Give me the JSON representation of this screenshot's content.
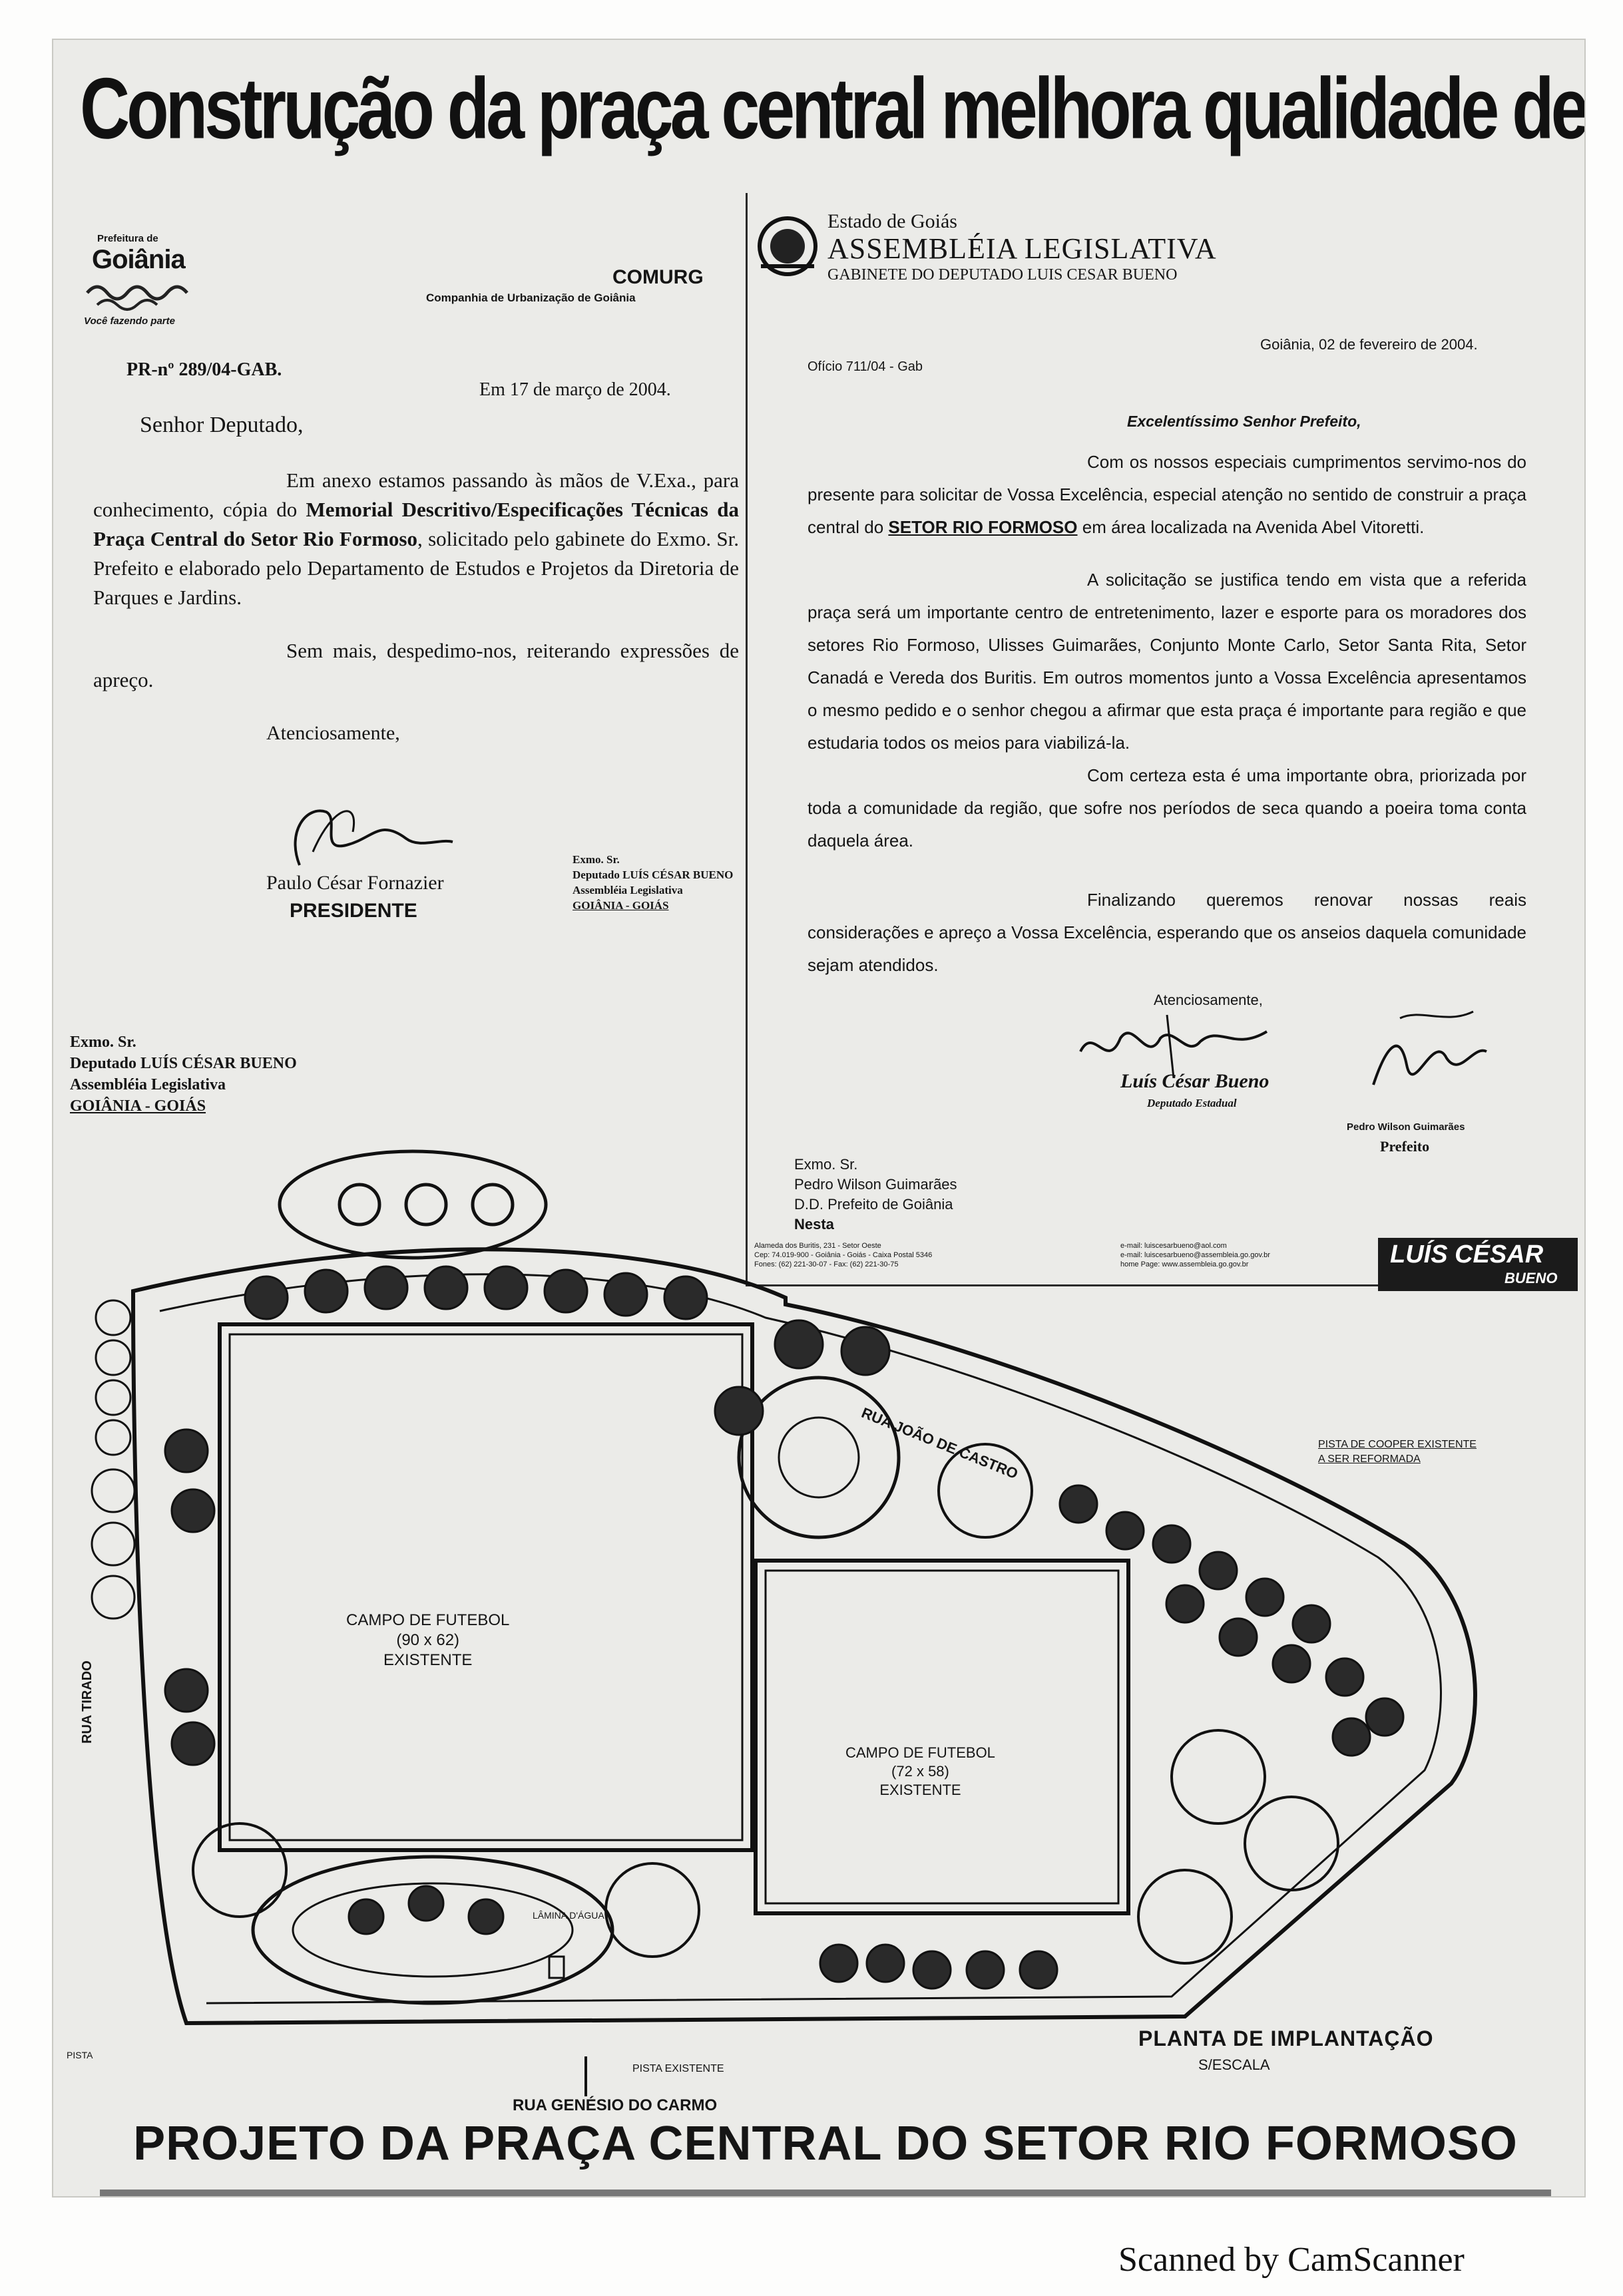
{
  "headline": "Construção da praça central melhora qualidade de vida de toda a região",
  "left_letter": {
    "logo_top": "Prefeitura de",
    "logo_city": "Goiânia",
    "logo_slogan": "Você fazendo parte",
    "org_name": "COMURG",
    "org_full": "Companhia de Urbanização de Goiânia",
    "ref": "PR-nº 289/04-GAB.",
    "date": "Em 17 de março de 2004.",
    "salutation": "Senhor Deputado,",
    "p1_start": "Em anexo estamos passando às mãos de V.Exa., para conhecimento, cópia do ",
    "p1_bold": "Memorial Descritivo/Especificações Técnicas da Praça Central do Setor Rio Formoso",
    "p1_end": ", solicitado pelo gabinete do Exmo. Sr. Prefeito e elaborado pelo Departamento de Estudos e Projetos da Diretoria de Parques e Jardins.",
    "p2": "Sem mais, despedimo-nos, reiterando expressões de apreço.",
    "closing": "Atenciosamente,",
    "signer": "Paulo César Fornazier",
    "signer_title": "PRESIDENTE",
    "addr_side": [
      "Exmo. Sr.",
      "Deputado LUÍS CÉSAR BUENO",
      "Assembléia Legislativa",
      "GOIÂNIA - GOIÁS"
    ],
    "addr_bottom": [
      "Exmo. Sr.",
      "Deputado LUÍS CÉSAR BUENO",
      "Assembléia Legislativa",
      "GOIÂNIA - GOIÁS"
    ]
  },
  "right_letter": {
    "state": "Estado de Goiás",
    "assembly": "ASSEMBLÉIA LEGISLATIVA",
    "cabinet": "GABINETE DO DEPUTADO LUIS CESAR BUENO",
    "ref": "Ofício 711/04 - Gab",
    "date": "Goiânia, 02 de fevereiro de 2004.",
    "salutation": "Excelentíssimo Senhor Prefeito,",
    "p1_start": "Com os nossos especiais cumprimentos servimo-nos do presente para solicitar de Vossa Excelência, especial atenção no sentido de construir a praça central do ",
    "p1_bold": "SETOR RIO FORMOSO",
    "p1_end": " em área localizada na Avenida Abel Vitoretti.",
    "p2": "A solicitação se justifica tendo em vista que a referida praça será um importante centro de entretenimento, lazer e esporte para os moradores dos setores Rio Formoso, Ulisses Guimarães, Conjunto Monte Carlo, Setor Santa Rita, Setor Canadá e Vereda dos Buritis. Em outros momentos junto a Vossa Excelência apresentamos o mesmo pedido e o senhor chegou a afirmar que esta praça é importante para região e que estudaria todos os meios para viabilizá-la.",
    "p3": "Com certeza esta é uma importante obra, priorizada por toda a comunidade da região, que sofre nos períodos de seca quando a poeira toma conta daquela área.",
    "p4": "Finalizando queremos renovar nossas reais considerações e apreço a Vossa Excelência, esperando que os anseios daquela comunidade sejam atendidos.",
    "closing": "Atenciosamente,",
    "signer": "Luís César Bueno",
    "signer_title": "Deputado Estadual",
    "mayor_name": "Pedro Wilson Guimarães",
    "mayor_title": "Prefeito",
    "addr": [
      "Exmo. Sr.",
      "Pedro Wilson Guimarães",
      "D.D. Prefeito de Goiânia",
      "Nesta"
    ],
    "footer_left": [
      "Alameda dos Buritis, 231 - Setor Oeste",
      "Cep: 74.019-900 - Goiânia - Goiás - Caixa Postal 5346",
      "Fones: (62) 221-30-07 - Fax: (62) 221-30-75"
    ],
    "footer_right": [
      "e-mail: luiscesarbueno@aol.com",
      "e-mail: luiscesarbueno@assembleia.go.gov.br",
      "home Page: www.assembleia.go.gov.br"
    ],
    "brand_top": "LUÍS CÉSAR",
    "brand_bottom": "BUENO"
  },
  "plan": {
    "field1": [
      "CAMPO DE FUTEBOL",
      "(90 x 62)",
      "EXISTENTE"
    ],
    "field2": [
      "CAMPO DE FUTEBOL",
      "(72 x 58)",
      "EXISTENTE"
    ],
    "street_top": "RUA JOÃO DE CASTRO",
    "street_left": "RUA TIRADO",
    "street_bottom": "RUA GENÉSIO DO CARMO",
    "note_track": [
      "PISTA DE COOPER EXISTENTE",
      "A SER REFORMADA"
    ],
    "note_existing_track": "PISTA EXISTENTE",
    "note_lake": "LÂMINA D'ÁGUA",
    "note_corner": "PISTA",
    "title": "PLANTA DE IMPLANTAÇÃO",
    "scale": "S/ESCALA"
  },
  "footer_title": "PROJETO DA PRAÇA CENTRAL DO SETOR RIO FORMOSO",
  "scanner_watermark": "Scanned by CamScanner"
}
